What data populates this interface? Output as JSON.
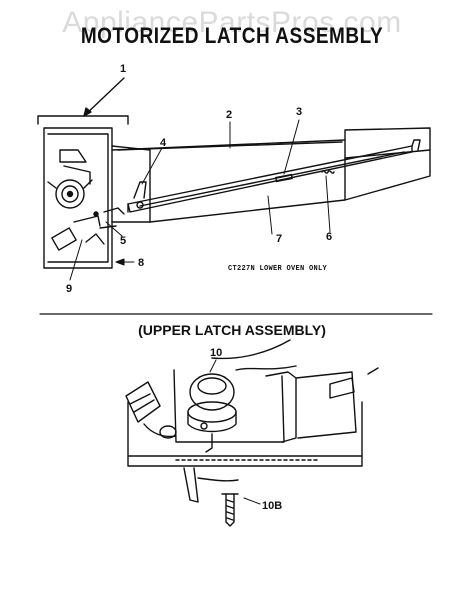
{
  "watermark": "AppliancePartsPros.com",
  "title": "MOTORIZED LATCH ASSEMBLY",
  "subtitle": "(UPPER LATCH ASSEMBLY)",
  "note": "CT227N LOWER OVEN ONLY",
  "callouts": {
    "c1": "1",
    "c2": "2",
    "c3": "3",
    "c4": "4",
    "c5": "5",
    "c6": "6",
    "c7": "7",
    "c8": "8",
    "c9": "9",
    "c10": "10",
    "c10b": "10B"
  }
}
